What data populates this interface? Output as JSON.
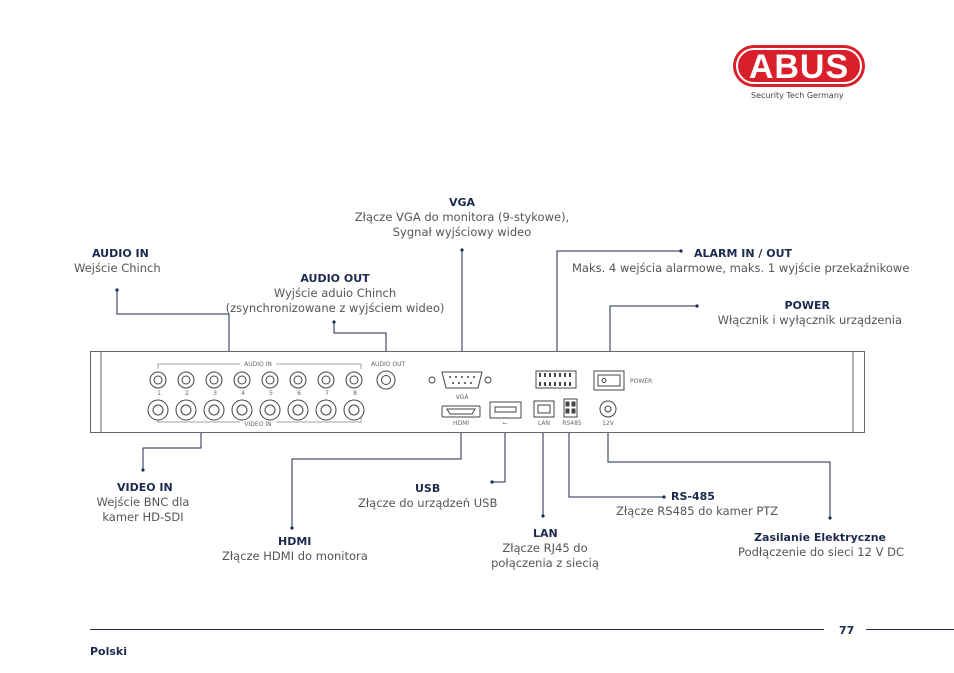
{
  "brand": {
    "logo": "ABUS",
    "tagline": "Security Tech Germany",
    "logo_color": "#d9202a"
  },
  "accent_color": "#1c2a4e",
  "callouts": {
    "vga": {
      "title": "VGA",
      "line1": "Złącze VGA do monitora (9-stykowe),",
      "line2": "Sygnał wyjściowy wideo"
    },
    "audio_in": {
      "title": "AUDIO IN",
      "line1": "Wejście Chinch"
    },
    "audio_out": {
      "title": "AUDIO OUT",
      "line1": "Wyjście aduio Chinch",
      "line2": "(zsynchronizowane z wyjściem wideo)"
    },
    "alarm": {
      "title": "ALARM IN / OUT",
      "line1": "Maks. 4 wejścia alarmowe, maks. 1 wyjście przekaźnikowe"
    },
    "power": {
      "title": "POWER",
      "line1": "Włącznik i wyłącznik urządzenia"
    },
    "video_in": {
      "title": "VIDEO IN",
      "line1": "Wejście BNC dla",
      "line2": "kamer HD-SDI"
    },
    "usb": {
      "title": "USB",
      "line1": "Złącze do urządzeń USB"
    },
    "rs485": {
      "title": "RS-485",
      "line1": "Złącze RS485 do kamer PTZ"
    },
    "hdmi": {
      "title": "HDMI",
      "line1": "Złącze HDMI do monitora"
    },
    "lan": {
      "title": "LAN",
      "line1": "Złącze RJ45 do",
      "line2": "połączenia z siecią"
    },
    "supply": {
      "title": "Zasilanie Elektryczne",
      "line1": "Podłączenie do sieci 12 V DC"
    }
  },
  "panel": {
    "audio_in": "AUDIO IN",
    "audio_out": "AUDIO OUT",
    "video_in": "VIDEO IN",
    "vga": "VGA",
    "hdmi": "HDMI",
    "lan": "LAN",
    "rs485": "RS485",
    "v12": "12V",
    "power": "POWER",
    "channels": [
      "1",
      "2",
      "3",
      "4",
      "5",
      "6",
      "7",
      "8"
    ]
  },
  "footer": {
    "language": "Polski",
    "page": "77"
  }
}
